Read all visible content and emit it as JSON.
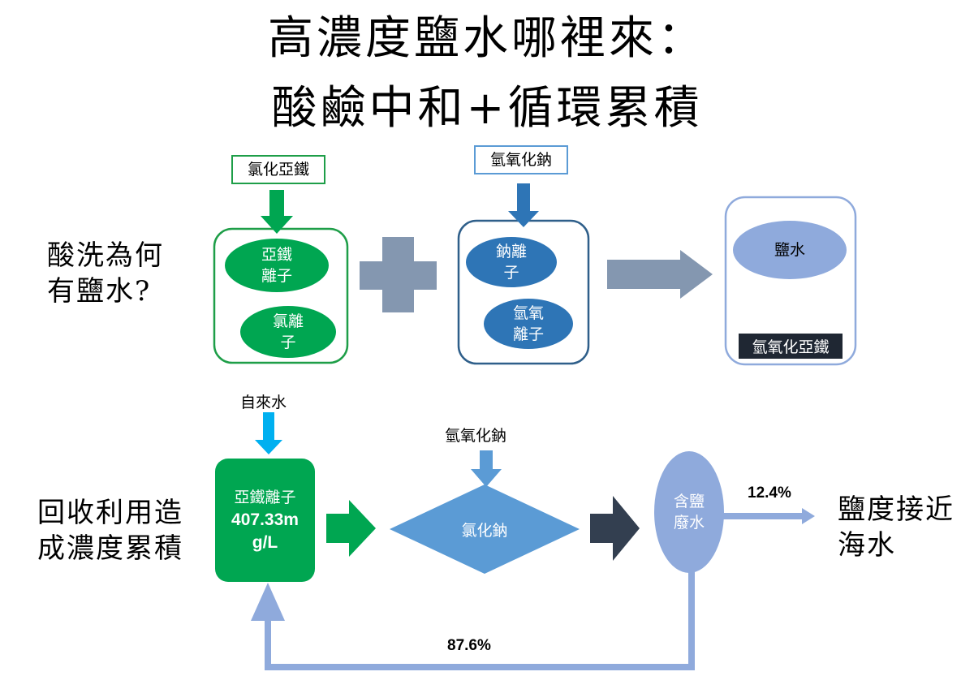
{
  "title": {
    "line1": "高濃度鹽水哪裡來：",
    "line2": "酸鹼中和+循環累積"
  },
  "top": {
    "side_label": {
      "line1": "酸洗為何",
      "line2": "有鹽水?"
    },
    "input_left": "氯化亞鐵",
    "input_right": "氫氧化鈉",
    "ferrous_ion": {
      "line1": "亞鐵",
      "line2": "離子"
    },
    "chloride_ion": {
      "line1": "氯離",
      "line2": "子"
    },
    "sodium_ion": {
      "line1": "鈉離",
      "line2": "子"
    },
    "hydroxide_ion": {
      "line1": "氫氧",
      "line2": "離子"
    },
    "salt_water": "鹽水",
    "precipitate": "氫氧化亞鐵"
  },
  "bottom": {
    "side_label": {
      "line1": "回收利用造",
      "line2": "成濃度累積"
    },
    "tap_water": "自來水",
    "tank": {
      "line1": "亞鐵離子",
      "line2": "407.33m",
      "line3": "g/L"
    },
    "reagent": "氫氧化鈉",
    "product": "氯化鈉",
    "waste": {
      "line1": "含鹽",
      "line2": "廢水"
    },
    "discharge_pct": "12.4%",
    "recycle_pct": "87.6%",
    "result": {
      "line1": "鹽度接近",
      "line2": "海水"
    }
  },
  "colors": {
    "green": "#00a651",
    "green_border": "#1e9e48",
    "blue_dark": "#2e75b6",
    "blue_mid": "#5b9bd5",
    "blue_light": "#8faadc",
    "navy": "#333f50",
    "gray": "#8497b0",
    "cyan": "#00b0f0"
  }
}
